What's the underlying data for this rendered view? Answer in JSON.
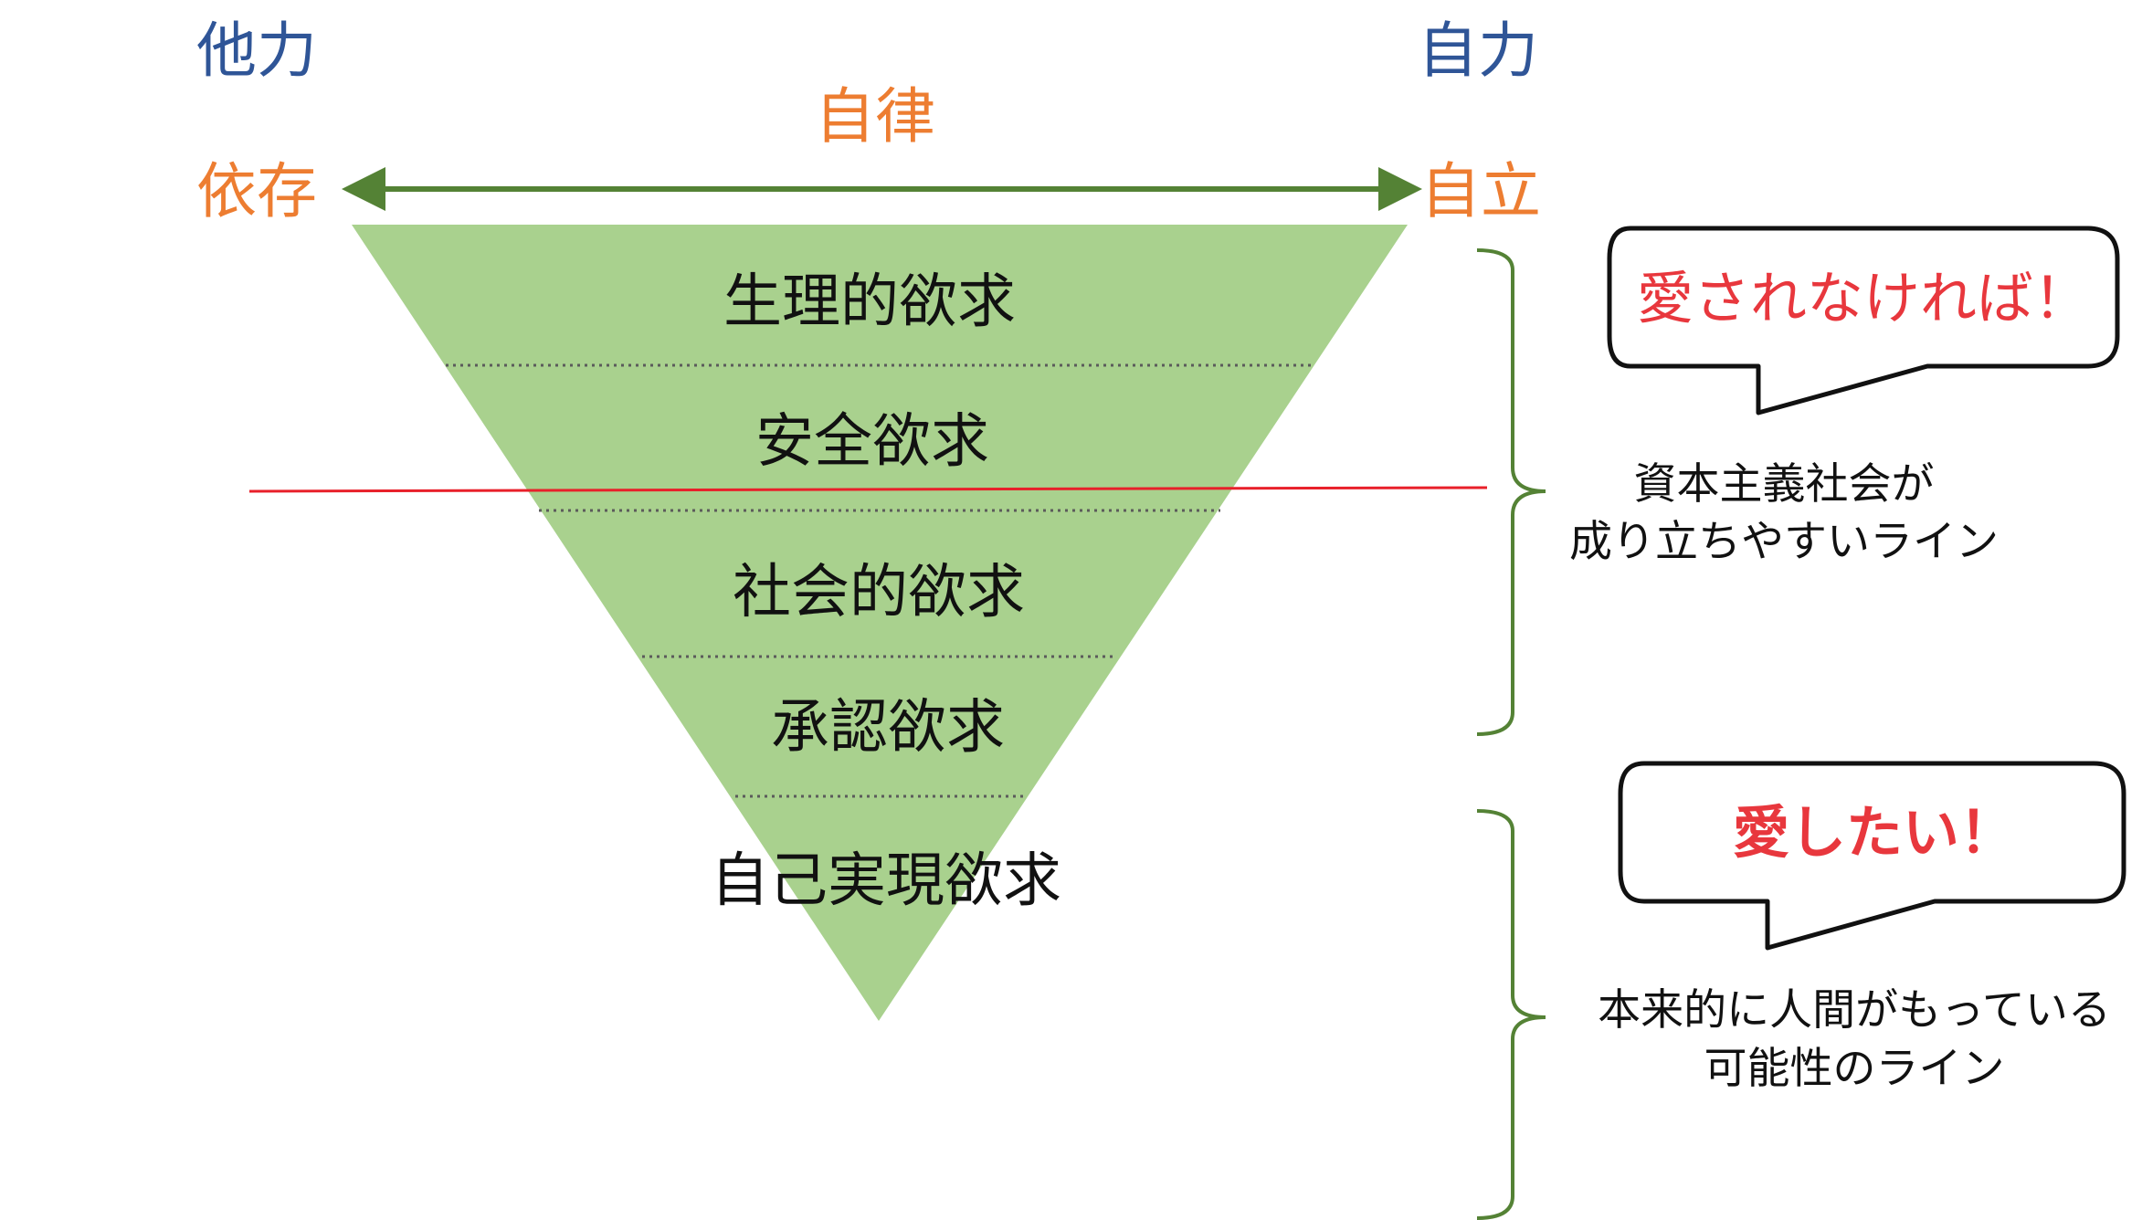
{
  "axis": {
    "top_left": "他力",
    "top_right": "自力",
    "center": "自律",
    "left": "依存",
    "right": "自立"
  },
  "pyramid": {
    "levels": [
      {
        "label": "生理的欲求"
      },
      {
        "label": "安全欲求"
      },
      {
        "label": "社会的欲求"
      },
      {
        "label": "承認欲求"
      },
      {
        "label": "自己実現欲求"
      }
    ]
  },
  "annotations": {
    "upper": {
      "bubble": "愛されなければ！",
      "line1": "資本主義社会が",
      "line2": "成り立ちやすいライン"
    },
    "lower": {
      "bubble": "愛したい！",
      "line1": "本来的に人間がもっている",
      "line2": "可能性のライン"
    }
  },
  "colors": {
    "pyramid_fill": "#a9d18e",
    "arrow": "#548235",
    "brace": "#548235",
    "red_line": "#e8202a",
    "blue_text": "#2f5597",
    "orange_text": "#ed7d31",
    "bubble_text": "#e8373d"
  }
}
